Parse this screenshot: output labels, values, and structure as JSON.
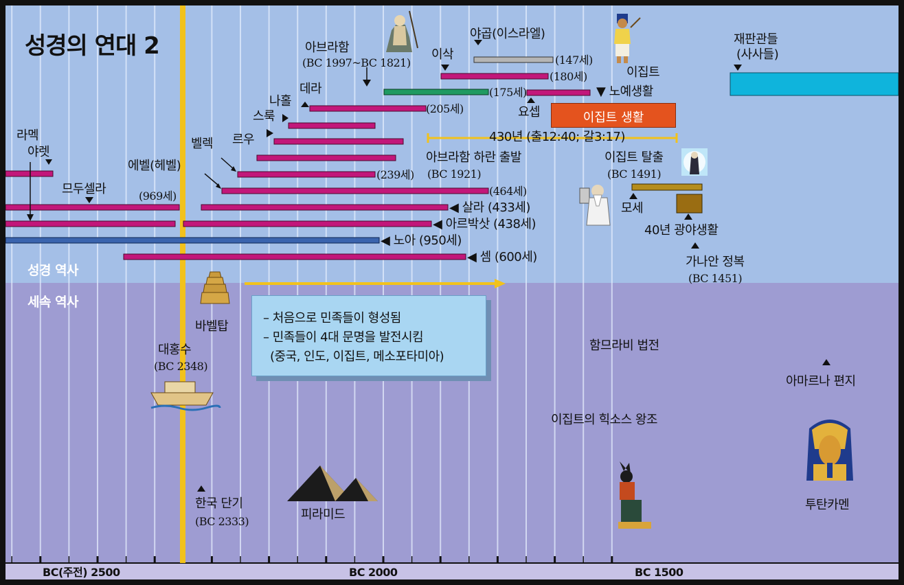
{
  "title": "성경의 연대 2",
  "sections": {
    "bible": "성경 역사",
    "secular": "세속 역사"
  },
  "axis": {
    "labels": [
      {
        "value": 2500,
        "text": "BC(주전) 2500"
      },
      {
        "value": 2000,
        "text": "BC 2000"
      },
      {
        "value": 1500,
        "text": "BC 1500"
      }
    ]
  },
  "colors": {
    "bible_bg": "#a4bfe7",
    "secular_bg": "#9e9cd2",
    "magenta": "#c2177a",
    "noah_blue": "#3a64ae",
    "abraham_green": "#1f9a62",
    "jacob_gray": "#b5b5b5",
    "moses_gold": "#b58d1c",
    "judges_cyan": "#0fb4dc",
    "egypt_orange": "#e4531e",
    "flood_line": "#f2c21c"
  },
  "patriarchs": {
    "lamech": "라멕",
    "jared": "야렛",
    "methuselah": "므두셀라",
    "methuselah_age": "(969세)",
    "eber": "에벨(헤벨)",
    "peleg": "벨렉",
    "reu": "르우",
    "serug": "스룩",
    "nahor": "나홀",
    "terah": "데라",
    "terah_age": "(205세)",
    "peleg_age": "(239세)",
    "eber_age": "(464세)",
    "shelah": "◀ 살라 (433세)",
    "arpachshad": "◀ 아르박삿 (438세)",
    "noah": "◀ 노아 (950세)",
    "shem": "◀ 셈 (600세)",
    "abraham": "아브라함",
    "abraham_years": "(BC 1997~BC 1821)",
    "abraham_age": "(175세)",
    "isaac": "이삭",
    "isaac_age": "(180세)",
    "jacob": "야곱(이스라엘)",
    "jacob_age": "(147세)",
    "joseph": "요셉",
    "haran": "아브라함 하란 출발",
    "haran_year": "(BC 1921)"
  },
  "egypt": {
    "slavery_1": "이집트",
    "slavery_2": "▼ 노예생활",
    "life": "이집트 생활",
    "span": "430년 (출12:40; 갈3:17)",
    "exodus": "이집트 탈출",
    "exodus_year": "(BC 1491)",
    "moses": "모세",
    "wilderness": "40년 광야생활",
    "canaan": "가나안 정복",
    "canaan_year": "(BC 1451)"
  },
  "judges": {
    "line1": "재판관들",
    "line2": "(사사들)"
  },
  "secular_events": {
    "flood": "대홍수",
    "flood_year": "(BC 2348)",
    "babel": "바벨탑",
    "note_1": "– 처음으로 민족들이 형성됨",
    "note_2": "– 민족들이 4대 문명을 발전시킴",
    "note_3": "(중국, 인도, 이집트, 메소포타미아)",
    "korea": "한국 단기",
    "korea_year": "(BC 2333)",
    "pyramid": "피라미드",
    "hammurabi": "함므라비 법전",
    "hyksos": "이집트의 힉소스 왕조",
    "amarna": "아마르나 편지",
    "tut": "투탄카멘"
  }
}
